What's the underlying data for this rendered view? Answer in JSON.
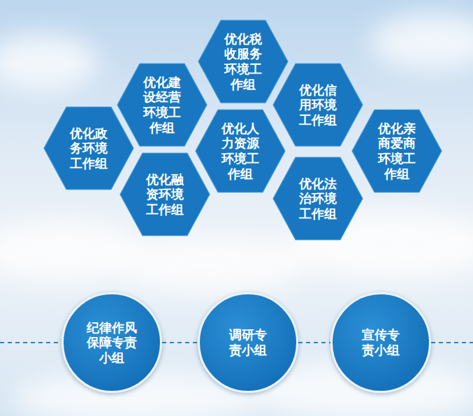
{
  "diagram": {
    "nodes": [
      {
        "text": [
          "优化政务环境工作组"
        ]
      },
      {
        "text": [
          "优化建设经营环境工作组"
        ]
      },
      {
        "text": [
          "优化融资环境工作组"
        ]
      },
      {
        "text": [
          "优化税收服务环境工作组"
        ]
      },
      {
        "text": [
          "优化人力资源环境工作组"
        ]
      },
      {
        "text": [
          "优化信用环境工作组"
        ]
      },
      {
        "text": [
          "优化法治环境工作组"
        ]
      },
      {
        "text": [
          "优化亲商爱商环境工作组"
        ]
      },
      {
        "text": [
          "纪律作风保障专责小组"
        ]
      },
      {
        "text": [
          "调研专责小组"
        ]
      },
      {
        "text": [
          "宣传专责小组"
        ]
      }
    ],
    "edges": [
      {
        "from": 8,
        "to": 9,
        "arrow": "none"
      },
      {
        "from": 9,
        "to": 10,
        "arrow": "none"
      }
    ]
  }
}
